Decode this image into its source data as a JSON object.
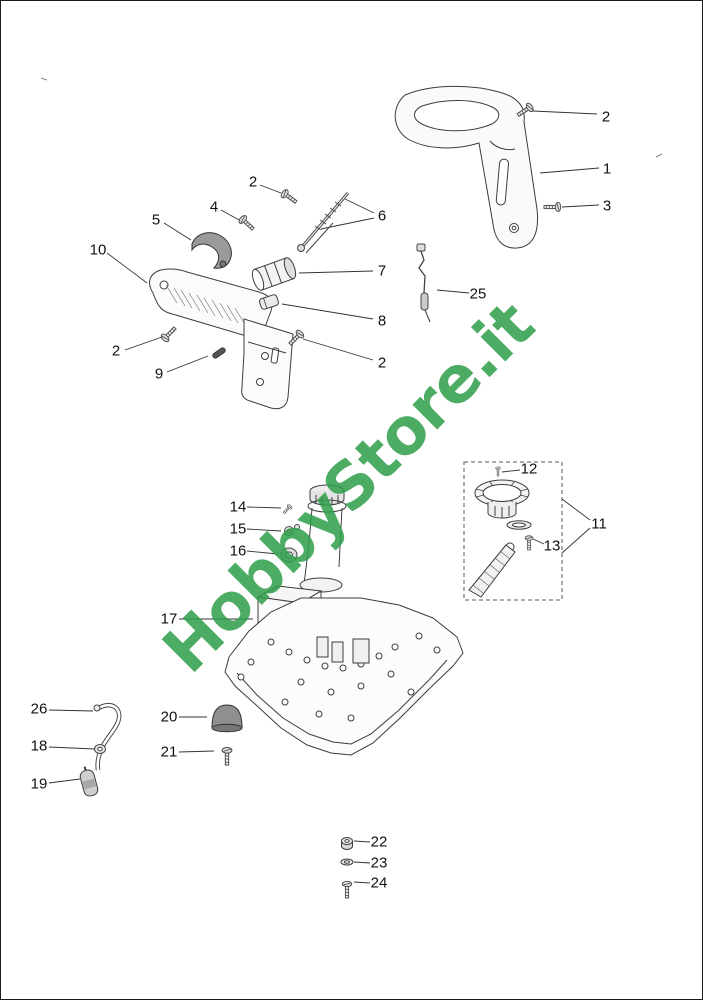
{
  "watermark": {
    "text": "HobbyStore.it",
    "color": "#2f9e4a"
  },
  "callouts": [
    {
      "label": "2"
    },
    {
      "label": "1"
    },
    {
      "label": "3"
    },
    {
      "label": "2"
    },
    {
      "label": "4"
    },
    {
      "label": "5"
    },
    {
      "label": "6"
    },
    {
      "label": "7"
    },
    {
      "label": "8"
    },
    {
      "label": "10"
    },
    {
      "label": "2"
    },
    {
      "label": "9"
    },
    {
      "label": "2"
    },
    {
      "label": "25"
    },
    {
      "label": "12"
    },
    {
      "label": "11"
    },
    {
      "label": "13"
    },
    {
      "label": "14"
    },
    {
      "label": "15"
    },
    {
      "label": "16"
    },
    {
      "label": "17"
    },
    {
      "label": "26"
    },
    {
      "label": "18"
    },
    {
      "label": "19"
    },
    {
      "label": "20"
    },
    {
      "label": "21"
    },
    {
      "label": "22"
    },
    {
      "label": "23"
    },
    {
      "label": "24"
    }
  ]
}
